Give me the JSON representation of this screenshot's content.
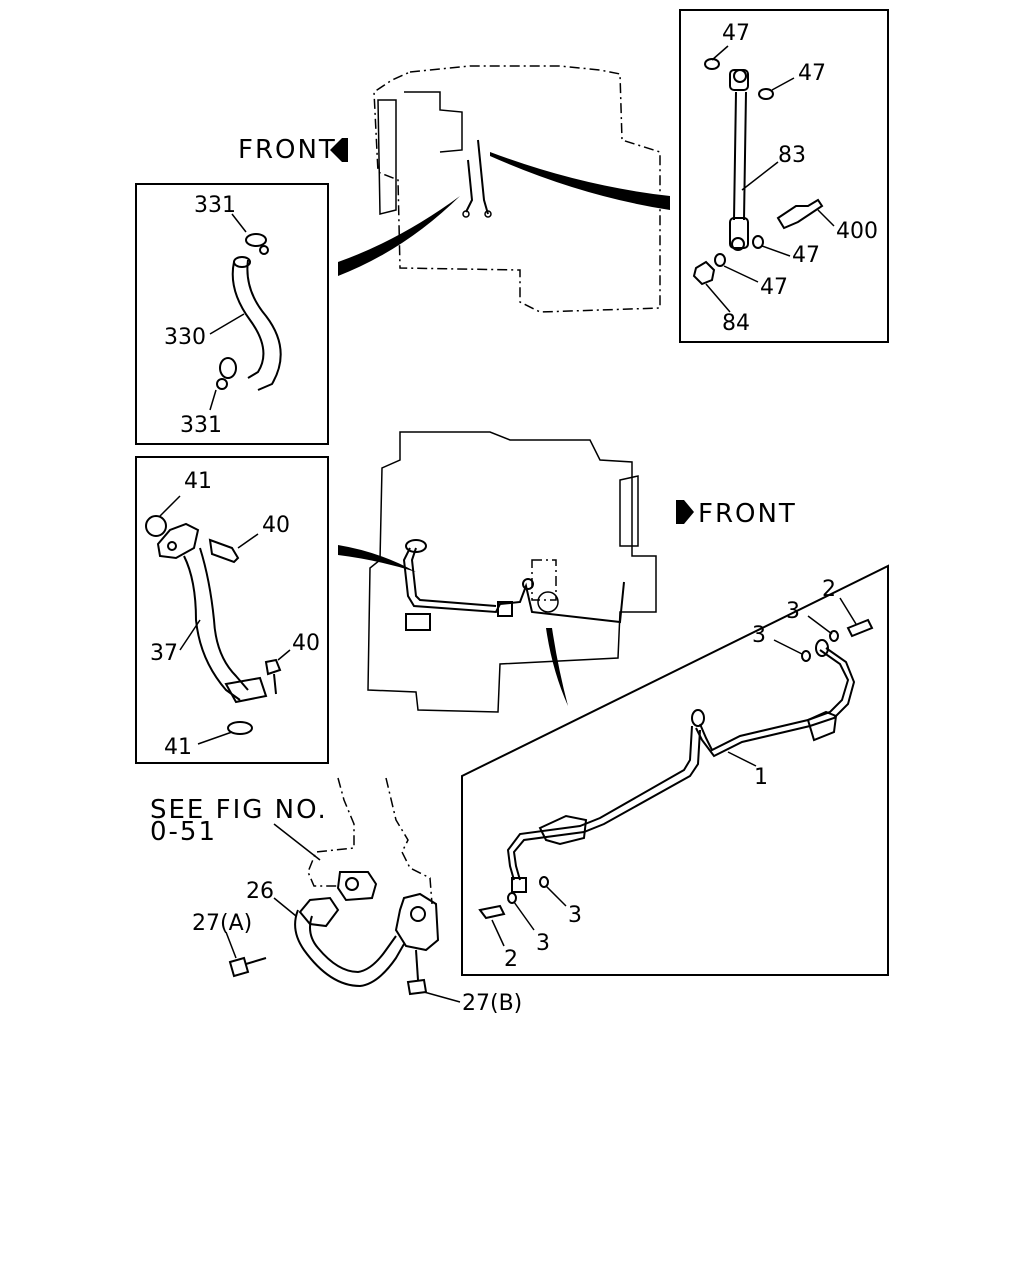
{
  "front_labels": {
    "top": "FRONT",
    "middle": "FRONT"
  },
  "see_fig": {
    "line1": "SEE FIG NO.",
    "line2": "0-51"
  },
  "callouts": {
    "c47_a": "47",
    "c47_b": "47",
    "c47_c": "47",
    "c47_d": "47",
    "c83": "83",
    "c400": "400",
    "c84": "84",
    "c331_a": "331",
    "c330": "330",
    "c331_b": "331",
    "c41_a": "41",
    "c40_a": "40",
    "c37": "37",
    "c40_b": "40",
    "c41_b": "41",
    "c2_a": "2",
    "c3_a": "3",
    "c3_b": "3",
    "c1": "1",
    "c3_c": "3",
    "c3_d": "3",
    "c2_b": "2",
    "c26": "26",
    "c27a": "27(A)",
    "c27b": "27(B)"
  }
}
